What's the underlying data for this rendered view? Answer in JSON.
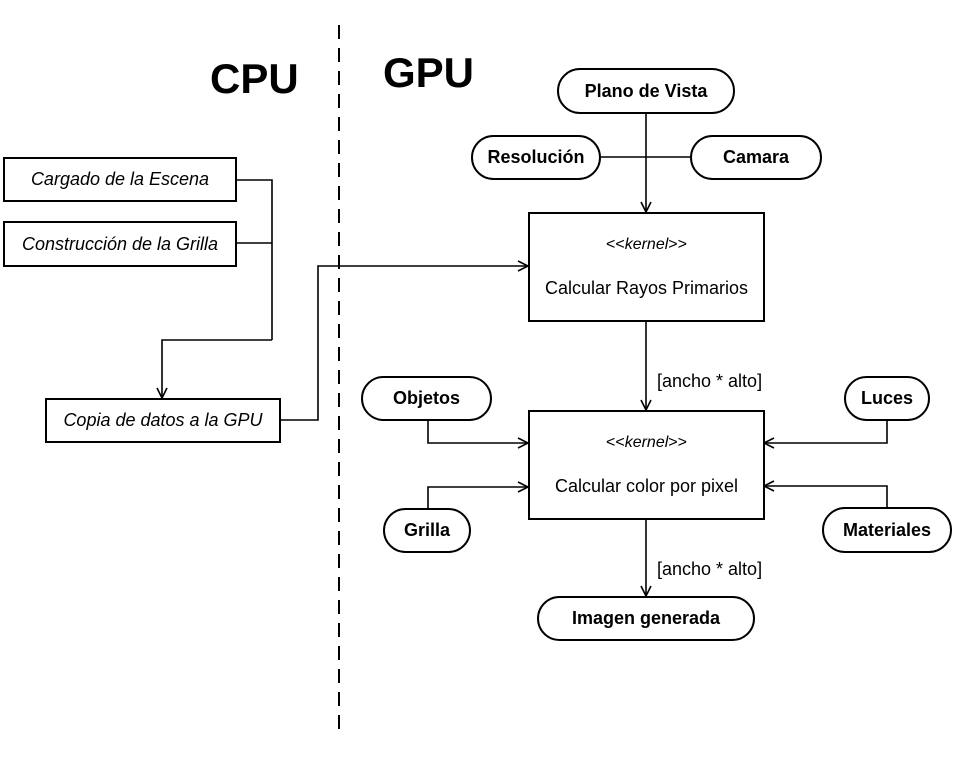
{
  "headings": {
    "cpu": "CPU",
    "gpu": "GPU"
  },
  "cpu_steps": {
    "load_scene": "Cargado de la Escena",
    "build_grid": "Construcción de la Grilla",
    "copy_to_gpu": "Copia de datos a la GPU"
  },
  "kernels": {
    "primary_rays": {
      "stereotype_open": "<<",
      "stereotype": "kernel",
      "stereotype_close": ">>",
      "label": "Calcular Rayos Primarios"
    },
    "pixel_color": {
      "stereotype_open": "<<",
      "stereotype": "kernel",
      "stereotype_close": ">>",
      "label": "Calcular color por pixel"
    }
  },
  "inputs": {
    "view_plane": "Plano de Vista",
    "resolution": "Resolución",
    "camera": "Camara",
    "objects": "Objetos",
    "lights": "Luces",
    "grid": "Grilla",
    "materials": "Materiales"
  },
  "output": "Imagen generada",
  "edge_labels": {
    "rays_count": "[ancho * alto]",
    "pixels_count": "[ancho * alto]"
  }
}
